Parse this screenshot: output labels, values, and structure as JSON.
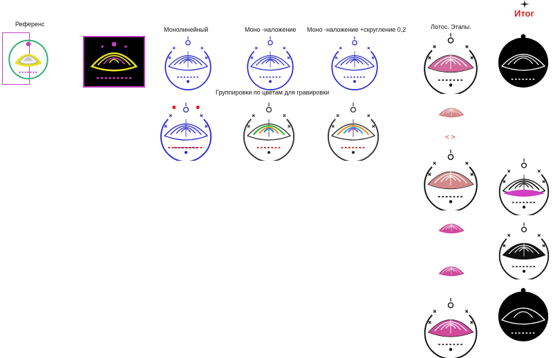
{
  "labels": {
    "reference": "Референс",
    "monoline": "Монолинейный",
    "mono_overlay": "Моно -наложение",
    "mono_overlay_round": "Моно -наложение +скругление 0,2",
    "grouping": "Группировки по цветам для гравировки",
    "lotus_stages": "Лотос. Этапы.",
    "result": "Итог",
    "chevrons": "< >"
  },
  "colors": {
    "monoline": "#2a2ad0",
    "pink": "#d06a9a",
    "salmon": "#d48a8a",
    "magenta": "#d040c0",
    "red": "#e02020",
    "yellow": "#e8e020",
    "result_red": "#e02020"
  },
  "icons": {
    "result_star": "compass-star-icon",
    "lotus": "lotus-emblem-icon"
  }
}
